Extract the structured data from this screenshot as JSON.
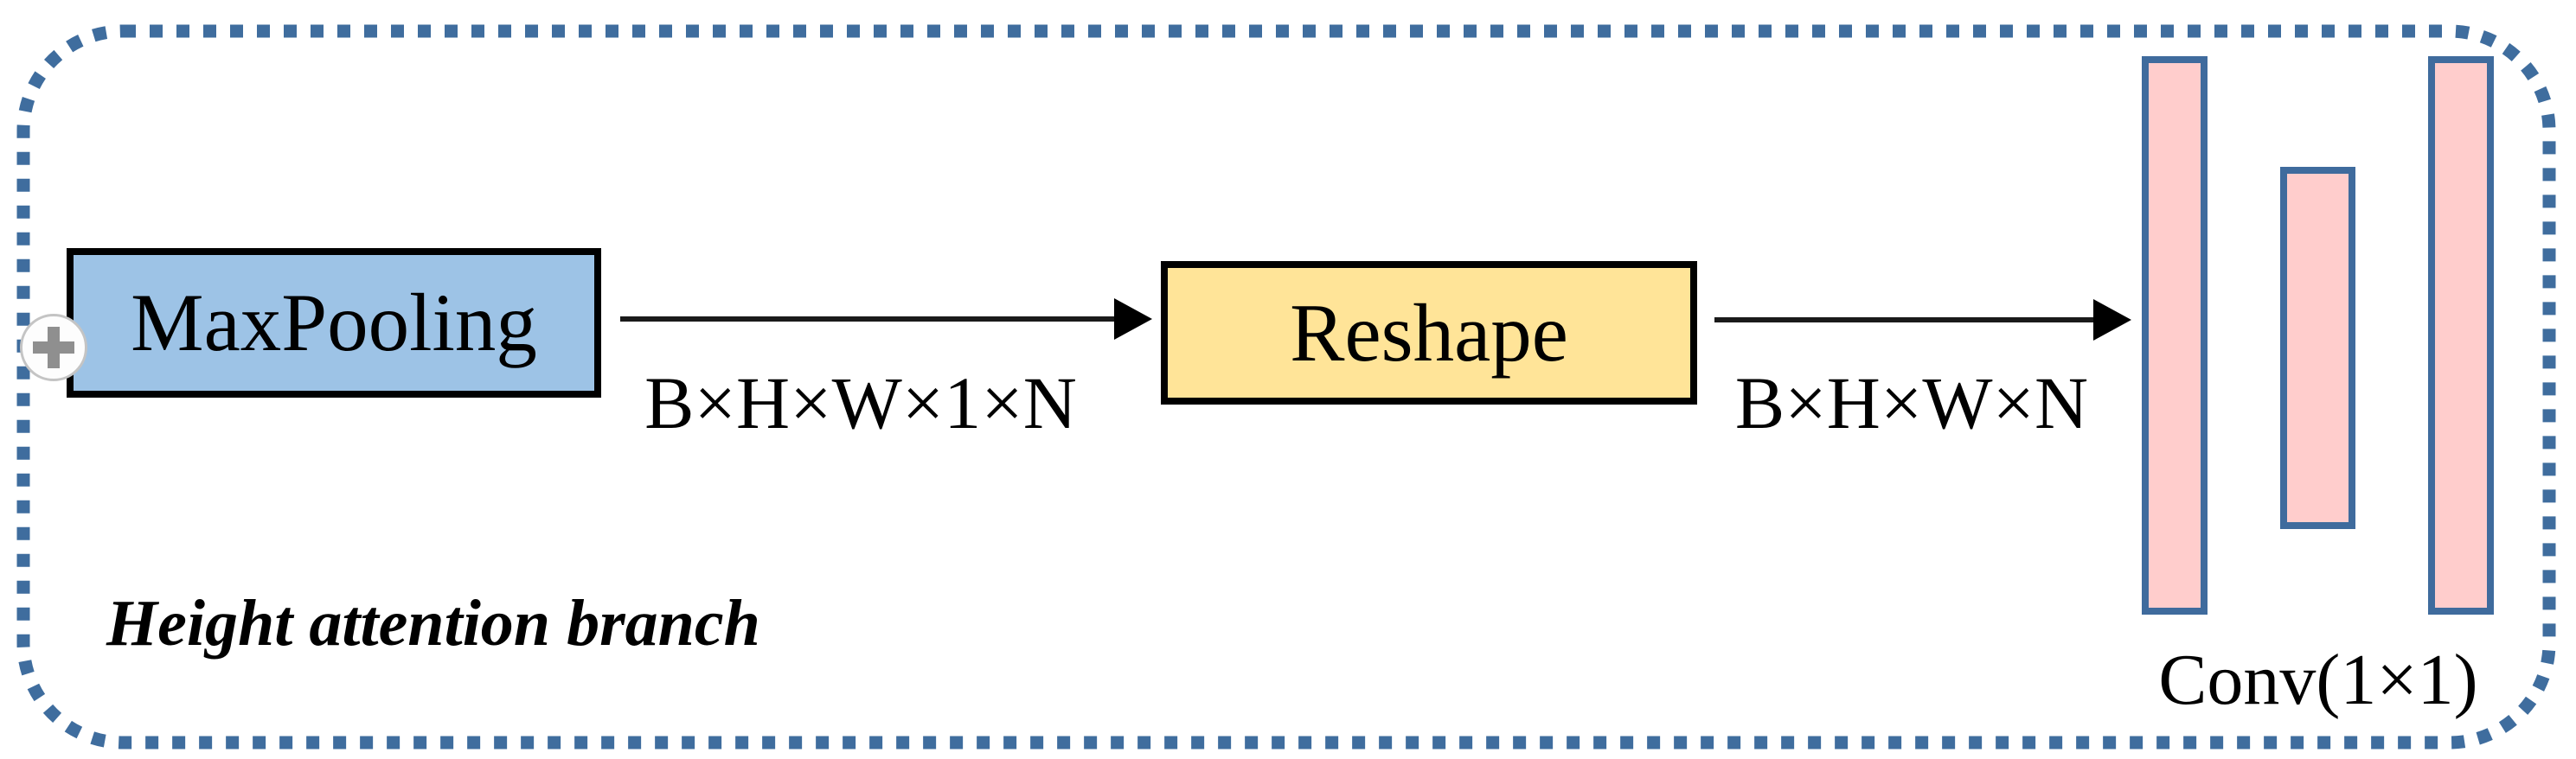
{
  "diagram": {
    "branch_label": "Height attention branch",
    "nodes": [
      {
        "id": "maxpooling",
        "label": "MaxPooling",
        "fill": "#9dc3e6"
      },
      {
        "id": "reshape",
        "label": "Reshape",
        "fill": "#ffe498"
      }
    ],
    "flow_labels": [
      {
        "label": "B×H×W×1×N"
      },
      {
        "label": "B×H×W×N"
      }
    ],
    "conv_group": {
      "label": "Conv(1×1)",
      "bar_count": 3,
      "bar_fill": "#ffcdcc",
      "bar_border": "#3f6b9d"
    },
    "icons": {
      "plus": "+"
    },
    "colors": {
      "frame_border": "#3f6d9e",
      "node_border": "#000000",
      "arrow": "#1a1a1a",
      "plus_glyph": "#8f8f8f"
    }
  }
}
